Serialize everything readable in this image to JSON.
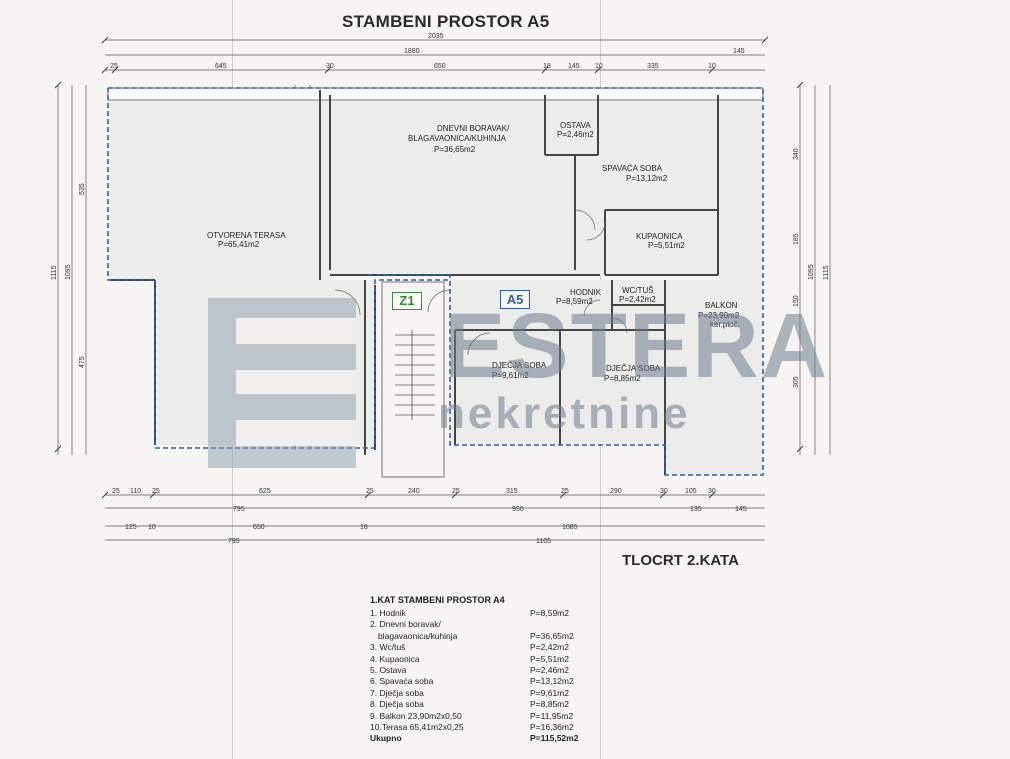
{
  "title": "STAMBENI  PROSTOR A5",
  "subtitle": "TLOCRT 2.KATA",
  "markers": {
    "z1": "Z1",
    "a5": "A5"
  },
  "watermark": {
    "brand": "ESTERA",
    "tagline": "nekretnine",
    "color": "#6e7d8c"
  },
  "colors": {
    "unit_outline": "#2d5fb0",
    "z1_marker": "#2f8b2f",
    "wall": "#444444"
  },
  "rooms": {
    "terasa": {
      "name": "OTVORENA TERASA",
      "area": "P=65,41m2"
    },
    "dnevni": {
      "name1": "DNEVNI BORAVAK/",
      "name2": "BLAGAVAONICA/KUHINJA",
      "area": "P=36,65m2"
    },
    "ostava": {
      "name": "OSTAVA",
      "area": "P=2,46m2"
    },
    "spavaca": {
      "name": "SPAVAĆA SOBA",
      "area": "P=13,12m2"
    },
    "kupaonica": {
      "name": "KUPAONICA",
      "area": "P=5,51m2"
    },
    "hodnik": {
      "name": "HODNIK",
      "area": "P=8,59m2"
    },
    "wc": {
      "name": "WC/TUŠ",
      "area": "P=2,42m2"
    },
    "balkon": {
      "name": "BALKON",
      "area": "P=23,90m2",
      "note": "ker.pioč."
    },
    "djecja1": {
      "name": "DJEČJA SOBA",
      "area": "P=9,61m2"
    },
    "djecja2": {
      "name": "DJEČJA SOBA",
      "area": "P=8,85m2"
    }
  },
  "dimensions": {
    "top1": "2035",
    "top2": "1880",
    "top2b": "145",
    "top3": [
      "25",
      "645",
      "30",
      "650",
      "18",
      "145",
      "10",
      "335",
      "10"
    ],
    "left_outer": "1115",
    "left_mid": "1095",
    "left_inner1": "535",
    "left_inner2": "475",
    "right_outer": "1115",
    "right_mid": "1095",
    "right_inner": [
      "340",
      "185",
      "150",
      "305"
    ],
    "bottom1": [
      "25",
      "110",
      "25",
      "625",
      "25",
      "240",
      "25",
      "315",
      "25",
      "290",
      "30",
      "105",
      "30"
    ],
    "bottom2": [
      "795",
      "950",
      "135",
      "145"
    ],
    "bottom3": [
      "125",
      "10",
      "650",
      "18",
      "1085"
    ],
    "bottom4": [
      "795",
      "1105"
    ]
  },
  "area_table": {
    "heading": "1.KAT STAMBENI PROSTOR A4",
    "rows": [
      {
        "label": "1. Hodnik",
        "value": "P=8,59m2"
      },
      {
        "label": "2. Dnevni boravak/",
        "value": ""
      },
      {
        "label": "blagavaonica/kuhinja",
        "value": "P=36,65m2"
      },
      {
        "label": "3. Wc/tuš",
        "value": "P=2,42m2"
      },
      {
        "label": "4. Kupaonica",
        "value": "P=5,51m2"
      },
      {
        "label": "5. Ostava",
        "value": "P=2,46m2"
      },
      {
        "label": "6. Spavaća soba",
        "value": "P=13,12m2"
      },
      {
        "label": "7. Dječja soba",
        "value": "P=9,61m2"
      },
      {
        "label": "8. Dječja soba",
        "value": "P=8,85m2"
      },
      {
        "label": "9. Balkon   23,90m2x0,50",
        "value": "P=11,95m2"
      },
      {
        "label": "10.Terasa   65,41m2x0,25",
        "value": "P=16,36m2"
      }
    ],
    "total_label": "Ukupno",
    "total_value": "P=115,52m2"
  }
}
